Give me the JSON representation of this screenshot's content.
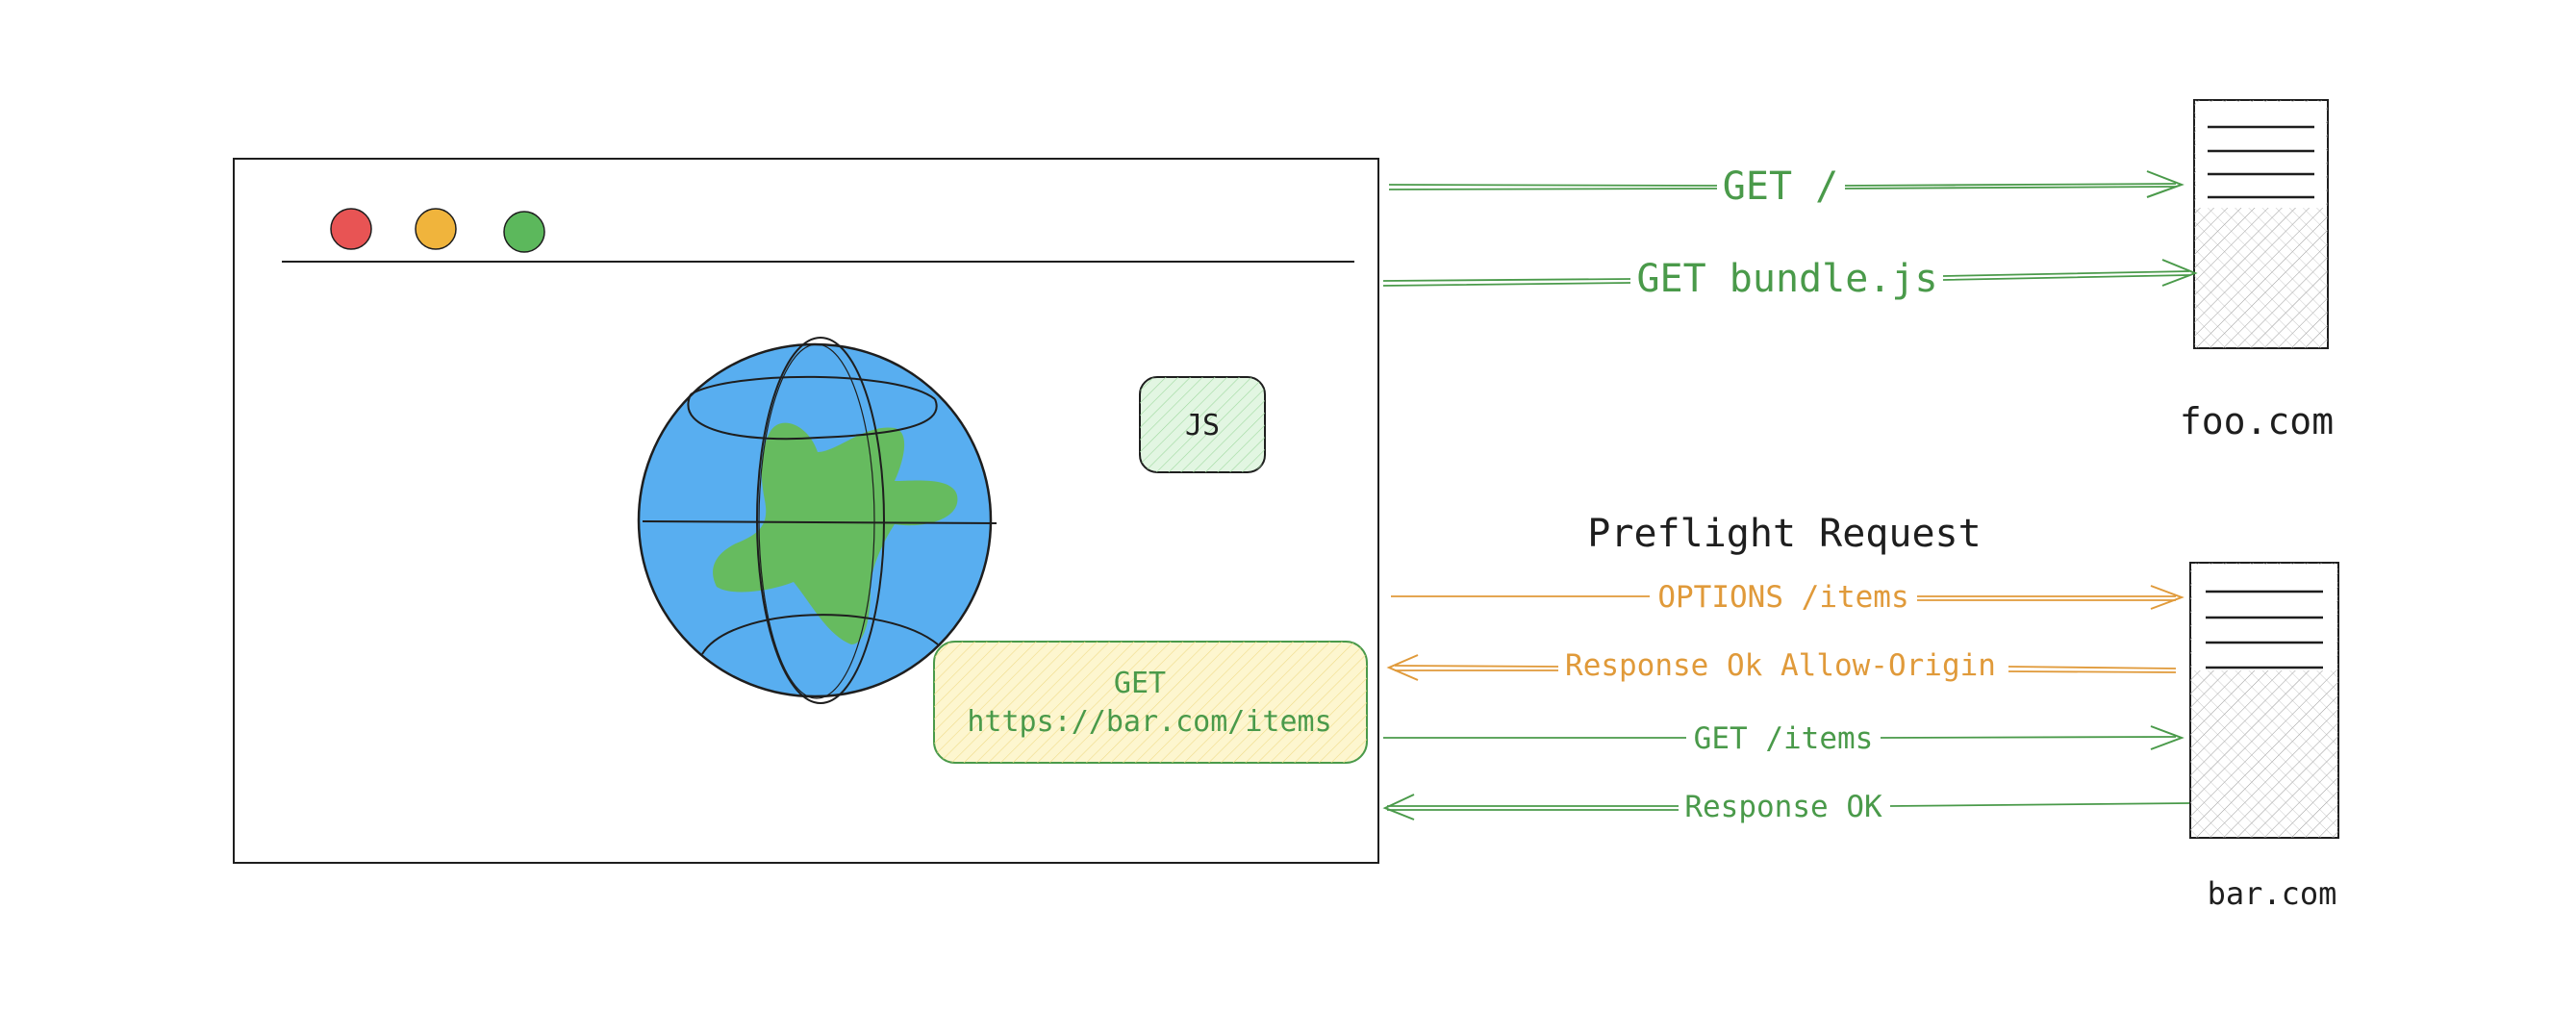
{
  "colors": {
    "stroke": "#1e1e1e",
    "green": "#4a9a4a",
    "orange": "#e09a3a",
    "globe_blue": "#58aef0",
    "land_green": "#66bb5f",
    "dot_red": "#e85454",
    "dot_yellow": "#f0b43c",
    "dot_green": "#5cb85c",
    "js_fill": "#d8f2d8",
    "request_fill": "#fdf3c0"
  },
  "browser": {
    "icons": [
      "close-dot",
      "minimize-dot",
      "maximize-dot",
      "globe-icon"
    ],
    "js_badge": "JS",
    "request_box": {
      "line1": "GET",
      "line2": "https://bar.com/items"
    }
  },
  "servers": {
    "foo": {
      "label": "foo.com"
    },
    "bar": {
      "label": "bar.com"
    }
  },
  "arrows": {
    "get_root": "GET /",
    "get_bundle": "GET bundle.js",
    "preflight_title": "Preflight Request",
    "options": "OPTIONS /items",
    "response_allow": "Response Ok Allow-Origin",
    "get_items": "GET /items",
    "response_ok": "Response OK"
  }
}
